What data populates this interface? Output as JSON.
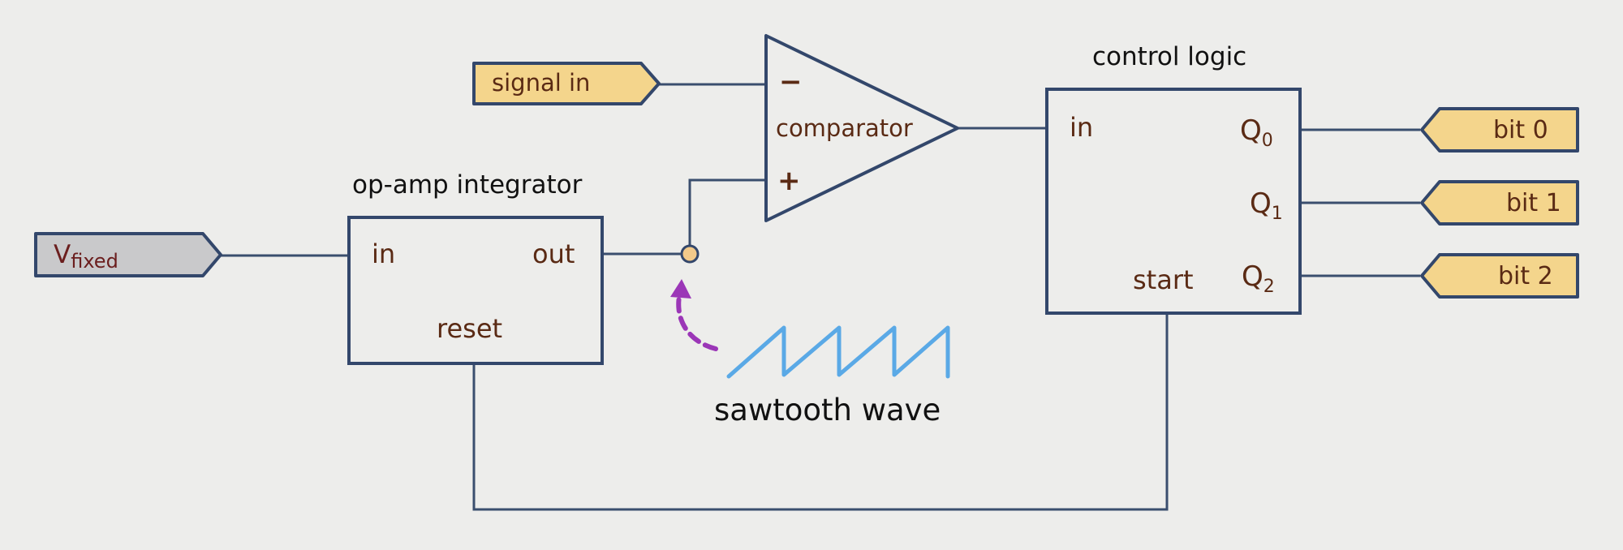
{
  "blocks": {
    "integrator": {
      "title": "op-amp integrator",
      "in": "in",
      "out": "out",
      "reset": "reset"
    },
    "comparator": {
      "label": "comparator",
      "minus": "−",
      "plus": "+"
    },
    "control": {
      "title": "control logic",
      "in": "in",
      "q0": "Q",
      "q0_sub": "0",
      "q1": "Q",
      "q1_sub": "1",
      "q2": "Q",
      "q2_sub": "2",
      "start": "start"
    }
  },
  "ports": {
    "vfixed": {
      "main": "V",
      "sub": "fixed"
    },
    "signal_in": "signal in",
    "bit0": "bit 0",
    "bit1": "bit 1",
    "bit2": "bit 2"
  },
  "annotation": {
    "caption": "sawtooth wave"
  },
  "colors": {
    "stroke": "#33476b",
    "wire": "#3a4e6e",
    "port_yellow": "#f4d58c",
    "port_gray": "#c9c9cb",
    "label_dark": "#5a2a14",
    "sawtooth": "#5aa9e6",
    "arrow": "#9b36b7",
    "node": "#f2c98a"
  }
}
